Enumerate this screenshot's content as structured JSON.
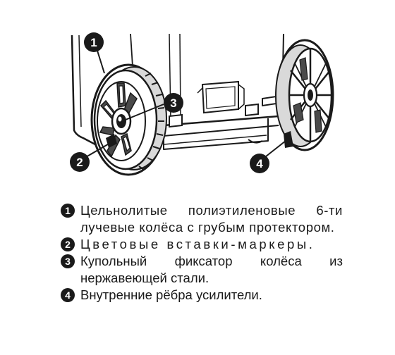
{
  "callouts": [
    {
      "number": "1"
    },
    {
      "number": "2"
    },
    {
      "number": "3"
    },
    {
      "number": "4"
    }
  ],
  "legend": [
    {
      "number": "1",
      "text": "Цельнолитые полиэтиленовые 6-ти лучевые колёса с грубым протектором."
    },
    {
      "number": "2",
      "text": "Цветовые вставки-маркеры."
    },
    {
      "number": "3",
      "text": "Купольный фиксатор колёса из нержавеющей стали."
    },
    {
      "number": "4",
      "text": "Внутренние рёбра усилители."
    }
  ],
  "colors": {
    "line": "#1a1a1a",
    "wheel_fill": "#ffffff",
    "rim_gray": "#d9d9d9",
    "dark_gray": "#4a4a4a"
  }
}
